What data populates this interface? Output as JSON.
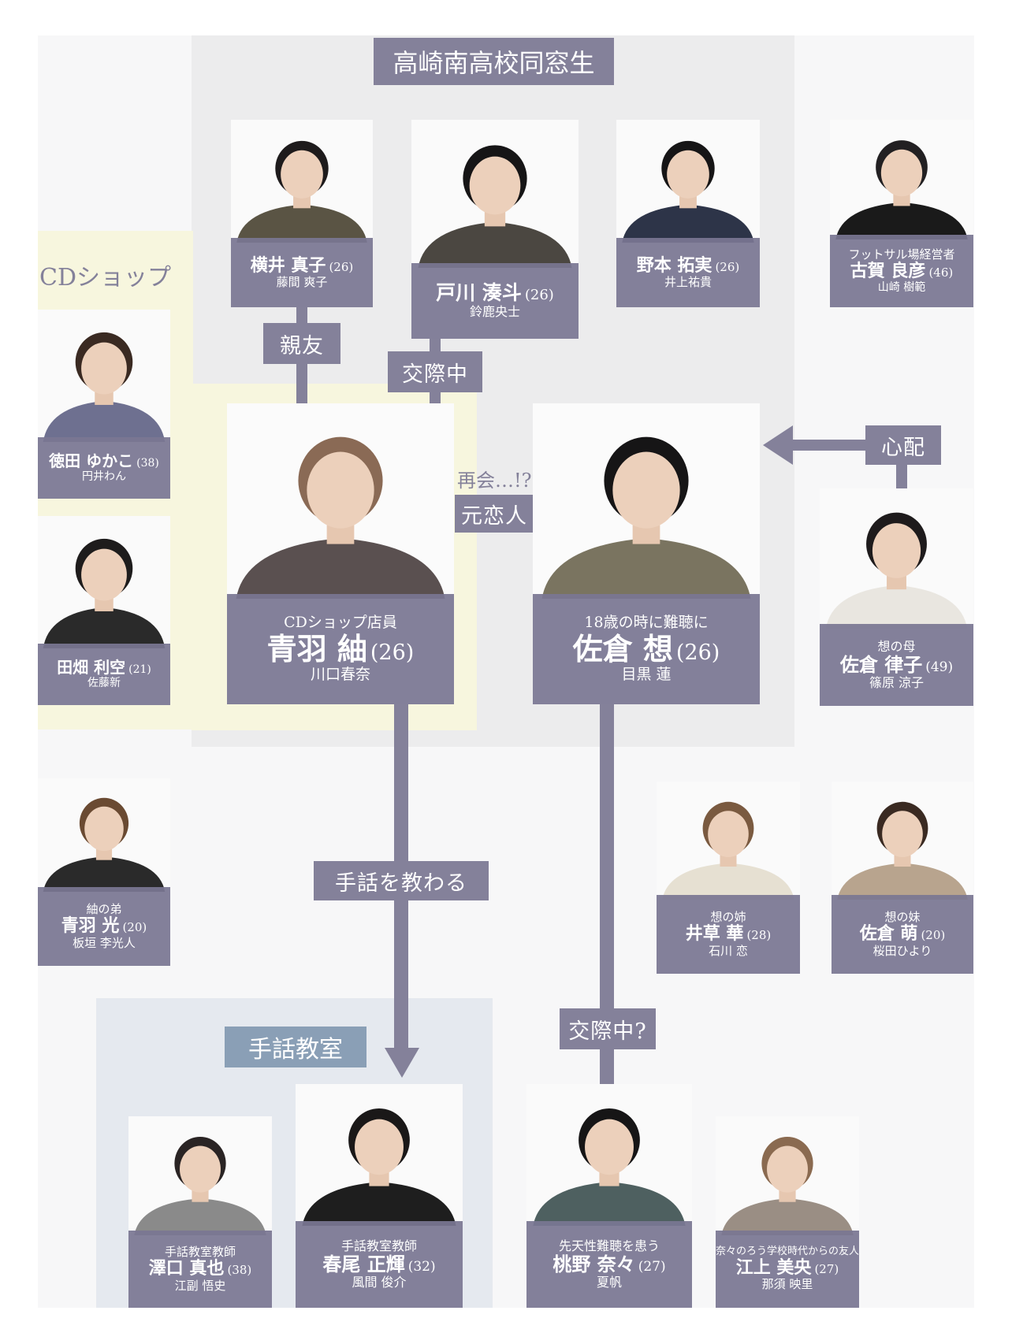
{
  "groups": {
    "school": "高崎南高校同窓生",
    "cd_shop": "CDショップ",
    "sign_class": "手話教室"
  },
  "relations": {
    "best_friend": "親友",
    "dating": "交際中",
    "reunion": "再会…!?",
    "ex_lover": "元恋人",
    "worry": "心配",
    "learn_sign": "手話を教わる",
    "dating_q": "交際中?"
  },
  "people": {
    "mako": {
      "role": "",
      "name": "横井 真子",
      "age": "(26)",
      "actor": "藤間 爽子"
    },
    "minato": {
      "role": "",
      "name": "戸川 湊斗",
      "age": "(26)",
      "actor": "鈴鹿央士"
    },
    "hiromi": {
      "role": "",
      "name": "野本 拓実",
      "age": "(26)",
      "actor": "井上祐貴"
    },
    "koga": {
      "role": "フットサル場経営者",
      "name": "古賀 良彦",
      "age": "(46)",
      "actor": "山崎 樹範"
    },
    "tokuda": {
      "role": "",
      "name": "徳田 ゆかこ",
      "age": "(38)",
      "actor": "円井わん"
    },
    "tabata": {
      "role": "",
      "name": "田畑 利空",
      "age": "(21)",
      "actor": "佐藤新"
    },
    "tsumugi": {
      "role": "CDショップ店員",
      "name": "青羽 紬",
      "age": "(26)",
      "actor": "川口春奈"
    },
    "sou": {
      "role": "18歳の時に難聴に",
      "name": "佐倉 想",
      "age": "(26)",
      "actor": "目黒 蓮"
    },
    "ritsuko": {
      "role": "想の母",
      "name": "佐倉 律子",
      "age": "(49)",
      "actor": "篠原 涼子"
    },
    "hikaru": {
      "role": "紬の弟",
      "name": "青羽 光",
      "age": "(20)",
      "actor": "板垣 李光人"
    },
    "hana": {
      "role": "想の姉",
      "name": "井草 華",
      "age": "(28)",
      "actor": "石川 恋"
    },
    "moe": {
      "role": "想の妹",
      "name": "佐倉 萌",
      "age": "(20)",
      "actor": "桜田ひより"
    },
    "sawaguchi": {
      "role": "手話教室教師",
      "name": "澤口 真也",
      "age": "(38)",
      "actor": "江副 悟史"
    },
    "haruo": {
      "role": "手話教室教師",
      "name": "春尾 正輝",
      "age": "(32)",
      "actor": "風間 俊介"
    },
    "nana": {
      "role": "先天性難聴を患う",
      "name": "桃野 奈々",
      "age": "(27)",
      "actor": "夏帆"
    },
    "mio": {
      "role": "奈々のろう学校時代からの友人",
      "name": "江上 美央",
      "age": "(27)",
      "actor": "那須 映里"
    }
  }
}
